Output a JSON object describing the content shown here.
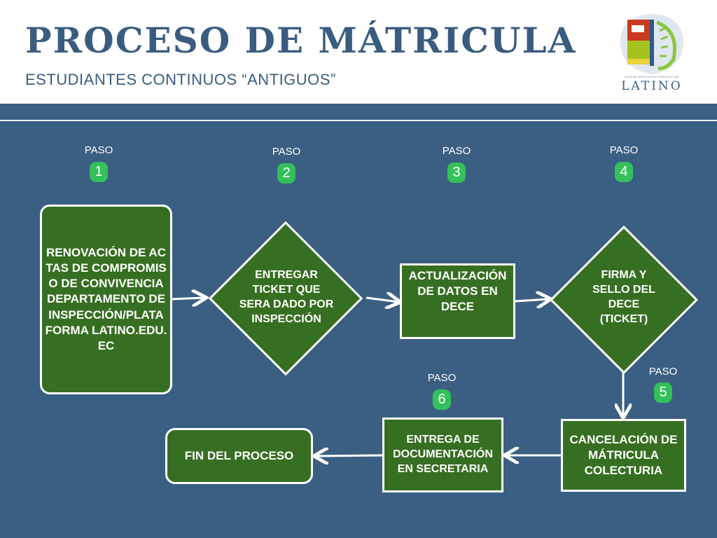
{
  "header": {
    "title": "PROCESO DE MÁTRICULA",
    "subtitle": "ESTUDIANTES CONTINUOS “ANTIGUOS”",
    "logo_name": "LATINO",
    "logo_tagline": "UNIDAD EDUCATIVA PARTICULAR"
  },
  "steps": [
    {
      "label": "PASO",
      "number": "1",
      "text": "RENOVACIÓN DE ACTAS DE COMPROMISO DE CONVIVENCIA DEPARTAMENTO DE INSPECCIÓN/PLATAFORMA LATINO.EDU.EC"
    },
    {
      "label": "PASO",
      "number": "2",
      "text": "ENTREGAR TICKET QUE SERA DADO POR INSPECCIÓN"
    },
    {
      "label": "PASO",
      "number": "3",
      "text": "ACTUALIZACIÓN DE DATOS EN DECE"
    },
    {
      "label": "PASO",
      "number": "4",
      "text": "FIRMA Y SELLO DEL DECE (TICKET)"
    },
    {
      "label": "PASO",
      "number": "5",
      "text": "CANCELACIÓN DE MÁTRICULA COLECTURIA"
    },
    {
      "label": "PASO",
      "number": "6",
      "text": "ENTREGA DE DOCUMENTACIÓN EN SECRETARIA"
    }
  ],
  "end": {
    "text": "FIN DEL PROCESO"
  },
  "colors": {
    "background": "#3a5f82",
    "title": "#395c80",
    "node_fill": "#376f22",
    "step_badge": "#34c05a",
    "stroke": "#ffffff"
  }
}
